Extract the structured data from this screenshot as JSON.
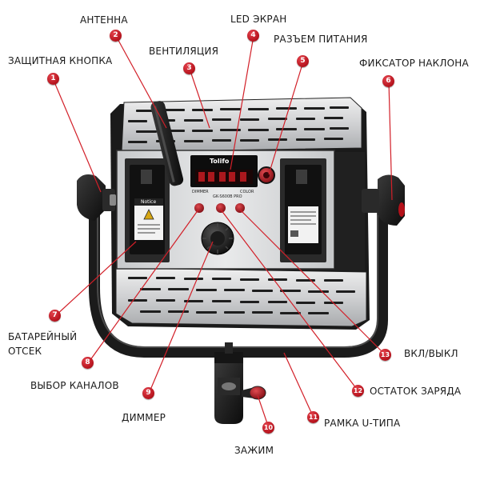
{
  "callouts": [
    {
      "num": "1",
      "label": "ЗАЩИТНАЯ КНОПКА"
    },
    {
      "num": "2",
      "label": "АНТЕННА"
    },
    {
      "num": "3",
      "label": "ВЕНТИЛЯЦИЯ"
    },
    {
      "num": "4",
      "label": "LED ЭКРАН"
    },
    {
      "num": "5",
      "label": "РАЗЪЕМ ПИТАНИЯ"
    },
    {
      "num": "6",
      "label": "ФИКСАТОР НАКЛОНА"
    },
    {
      "num": "7",
      "label_line1": "БАТАРЕЙНЫЙ",
      "label_line2": "ОТСЕК"
    },
    {
      "num": "8",
      "label": "ВЫБОР КАНАЛОВ"
    },
    {
      "num": "9",
      "label": "ДИММЕР"
    },
    {
      "num": "10",
      "label": "ЗАЖИМ"
    },
    {
      "num": "11",
      "label": "РАМКА U-ТИПА"
    },
    {
      "num": "12",
      "label": "ОСТАТОК ЗАРЯДА"
    },
    {
      "num": "13",
      "label": "ВКЛ/ВЫКЛ"
    }
  ],
  "device": {
    "brand": "Tolifo",
    "model": "GK-S600B PRO",
    "dimmer_text": "DIMMER",
    "color_text": "COLOR",
    "notice_text": "Notice"
  },
  "colors": {
    "badge": "#c8161f",
    "leader_line": "#d21f28",
    "frame": "#1c1c1c",
    "panel": "#d9dadb"
  }
}
